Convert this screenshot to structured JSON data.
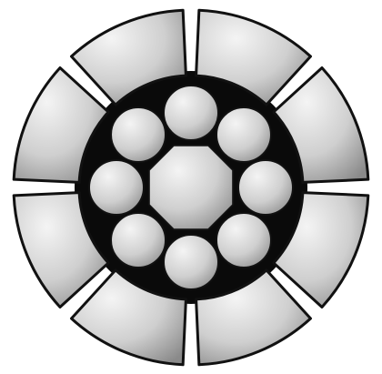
{
  "diagram": {
    "type": "cross-section",
    "structure": {
      "center_strands": 1,
      "inner_ring_strands": 8,
      "outer_ring_strands": 8
    },
    "colors": {
      "background": "#ffffff",
      "gap_fill": "#0a0a0a",
      "outline": "#111111",
      "strand_highlight": "#f4f4f4",
      "strand_mid": "#cfcfcf",
      "strand_shadow": "#8a8a8a"
    }
  }
}
